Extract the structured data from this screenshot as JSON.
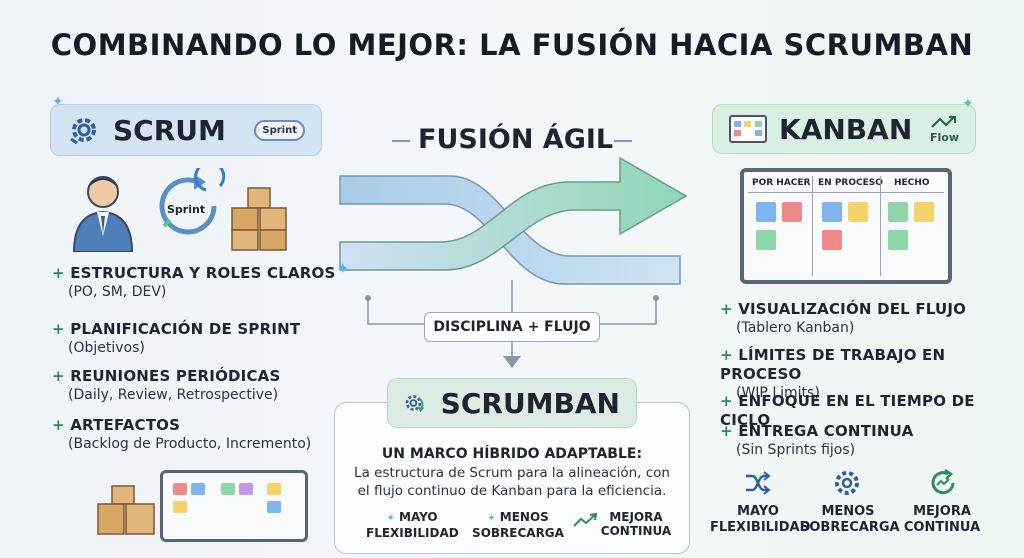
{
  "title": "COMBINANDO LO MEJOR: LA FUSIÓN HACIA SCRUMBAN",
  "scrum": {
    "label": "SCRUM",
    "sprint_badge": "Sprint",
    "sprint_cycle": "Sprint",
    "items": [
      {
        "heading": "ESTRUCTURA Y ROLES CLAROS",
        "sub": "(PO, SM, DEV)"
      },
      {
        "heading": "PLANIFICACIÓN DE SPRINT",
        "sub": "(Objetivos)"
      },
      {
        "heading": "REUNIONES PERIÓDICAS",
        "sub": "(Daily, Review, Retrospective)"
      },
      {
        "heading": "ARTEFACTOS",
        "sub": "(Backlog de Producto, Incremento)"
      }
    ]
  },
  "center": {
    "fusion_label": "FUSIÓN ÁGIL",
    "pill": "DISCIPLINA + FLUJO"
  },
  "kanban": {
    "label": "KANBAN",
    "flow_badge": "Flow",
    "columns": [
      "POR HACER",
      "EN PROCESO",
      "HECHO"
    ],
    "items": [
      {
        "heading": "VISUALIZACIÓN DEL FLUJO",
        "sub": "(Tablero Kanban)"
      },
      {
        "heading": "LÍMITES DE TRABAJO EN PROCESO",
        "sub": "(WIP Limits)"
      },
      {
        "heading": "ENFOQUE EN EL TIEMPO DE CICLO",
        "sub": ""
      },
      {
        "heading": "ENTREGA CONTINUA",
        "sub": "(Sin Sprints fijos)"
      }
    ],
    "benefits": [
      {
        "l1": "MAYO",
        "l2": "FLEXIBILIDAD"
      },
      {
        "l1": "MENOS",
        "l2": "SOBRECARGA"
      },
      {
        "l1": "MEJORA",
        "l2": "CONTINUA"
      }
    ]
  },
  "scrumban": {
    "label": "SCRUMBAN",
    "headline": "UN MARCO HÍBRIDO ADAPTABLE:",
    "desc_line1": "La estructura de Scrum para la alineación, con",
    "desc_line2": "el flujo continuo de Kanban para la eficiencia.",
    "benefits": [
      {
        "l1": "MAYO",
        "l2": "FLEXIBILIDAD"
      },
      {
        "l1": "MENOS",
        "l2": "SOBRECARGA"
      },
      {
        "l1": "MEJORA",
        "l2": "CONTINUA"
      }
    ]
  },
  "colors": {
    "scrum_blue": "#d5e4f3",
    "kanban_green": "#d9efe3",
    "arrow_blue": "#a9cbe9",
    "arrow_green": "#8fd6b5"
  }
}
